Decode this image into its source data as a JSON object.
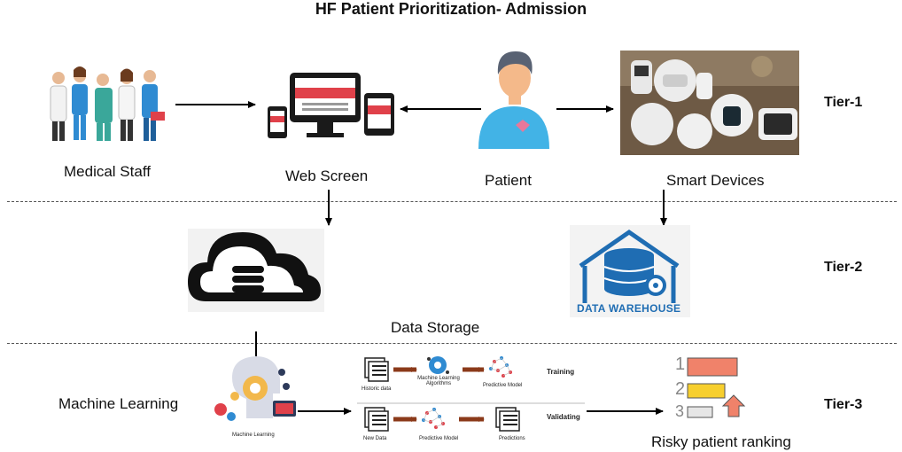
{
  "title": "HF Patient Prioritization- Admission",
  "tiers": [
    "Tier-1",
    "Tier-2",
    "Tier-3"
  ],
  "nodes": {
    "medical_staff": "Medical Staff",
    "web_screen": "Web Screen",
    "patient": "Patient",
    "smart_devices": "Smart Devices",
    "data_storage": "Data Storage",
    "data_warehouse": "DATA WAREHOUSE",
    "machine_learning": "Machine Learning",
    "machine_learning_small": "Machine Learning",
    "risky_ranking": "Risky patient ranking"
  },
  "pipeline": {
    "training_label": "Training",
    "validating_label": "Validating",
    "training": {
      "historic": "Historic data",
      "algorithms": "Machine Learning Algorithms",
      "model": "Predictive Model"
    },
    "validating": {
      "new_data": "New Data",
      "model": "Predictive Model",
      "predictions": "Predictions"
    }
  },
  "ranking": {
    "ranks": [
      "1",
      "2",
      "3"
    ],
    "colors": [
      "#f0826a",
      "#f7cf2e",
      "#e6e6e6"
    ]
  },
  "colors": {
    "warehouse_blue": "#1f6db3",
    "arrow_brown": "#8b3a1a",
    "patient_shirt": "#42b3e6",
    "screen_red": "#e0414a",
    "cloud_black": "#111111"
  }
}
